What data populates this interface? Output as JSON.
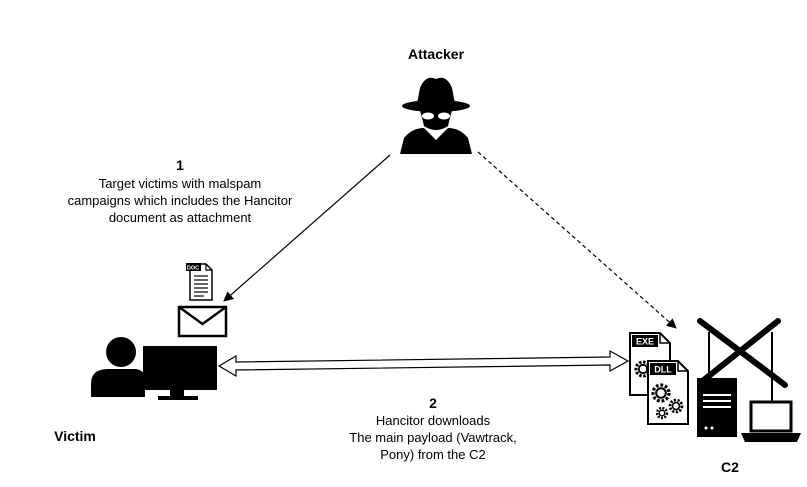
{
  "nodes": {
    "attacker": {
      "label": "Attacker"
    },
    "victim": {
      "label": "Victim"
    },
    "c2": {
      "label": "C2"
    }
  },
  "steps": [
    {
      "number": "1",
      "lines": [
        "Target victims with malspam",
        "campaigns which includes the Hancitor",
        "document as attachment"
      ]
    },
    {
      "number": "2",
      "lines": [
        "Hancitor downloads",
        "The main payload (Vawtrack,",
        "Pony) from the C2"
      ]
    }
  ],
  "file_icons": {
    "doc": "DOC",
    "exe": "EXE",
    "dll": "DLL"
  },
  "icons": [
    "spy-icon",
    "document-icon",
    "envelope-icon",
    "user-icon",
    "monitor-icon",
    "exe-file-icon",
    "dll-file-icon",
    "gear-icon",
    "crossed-beams-icon",
    "server-icon",
    "laptop-icon"
  ]
}
